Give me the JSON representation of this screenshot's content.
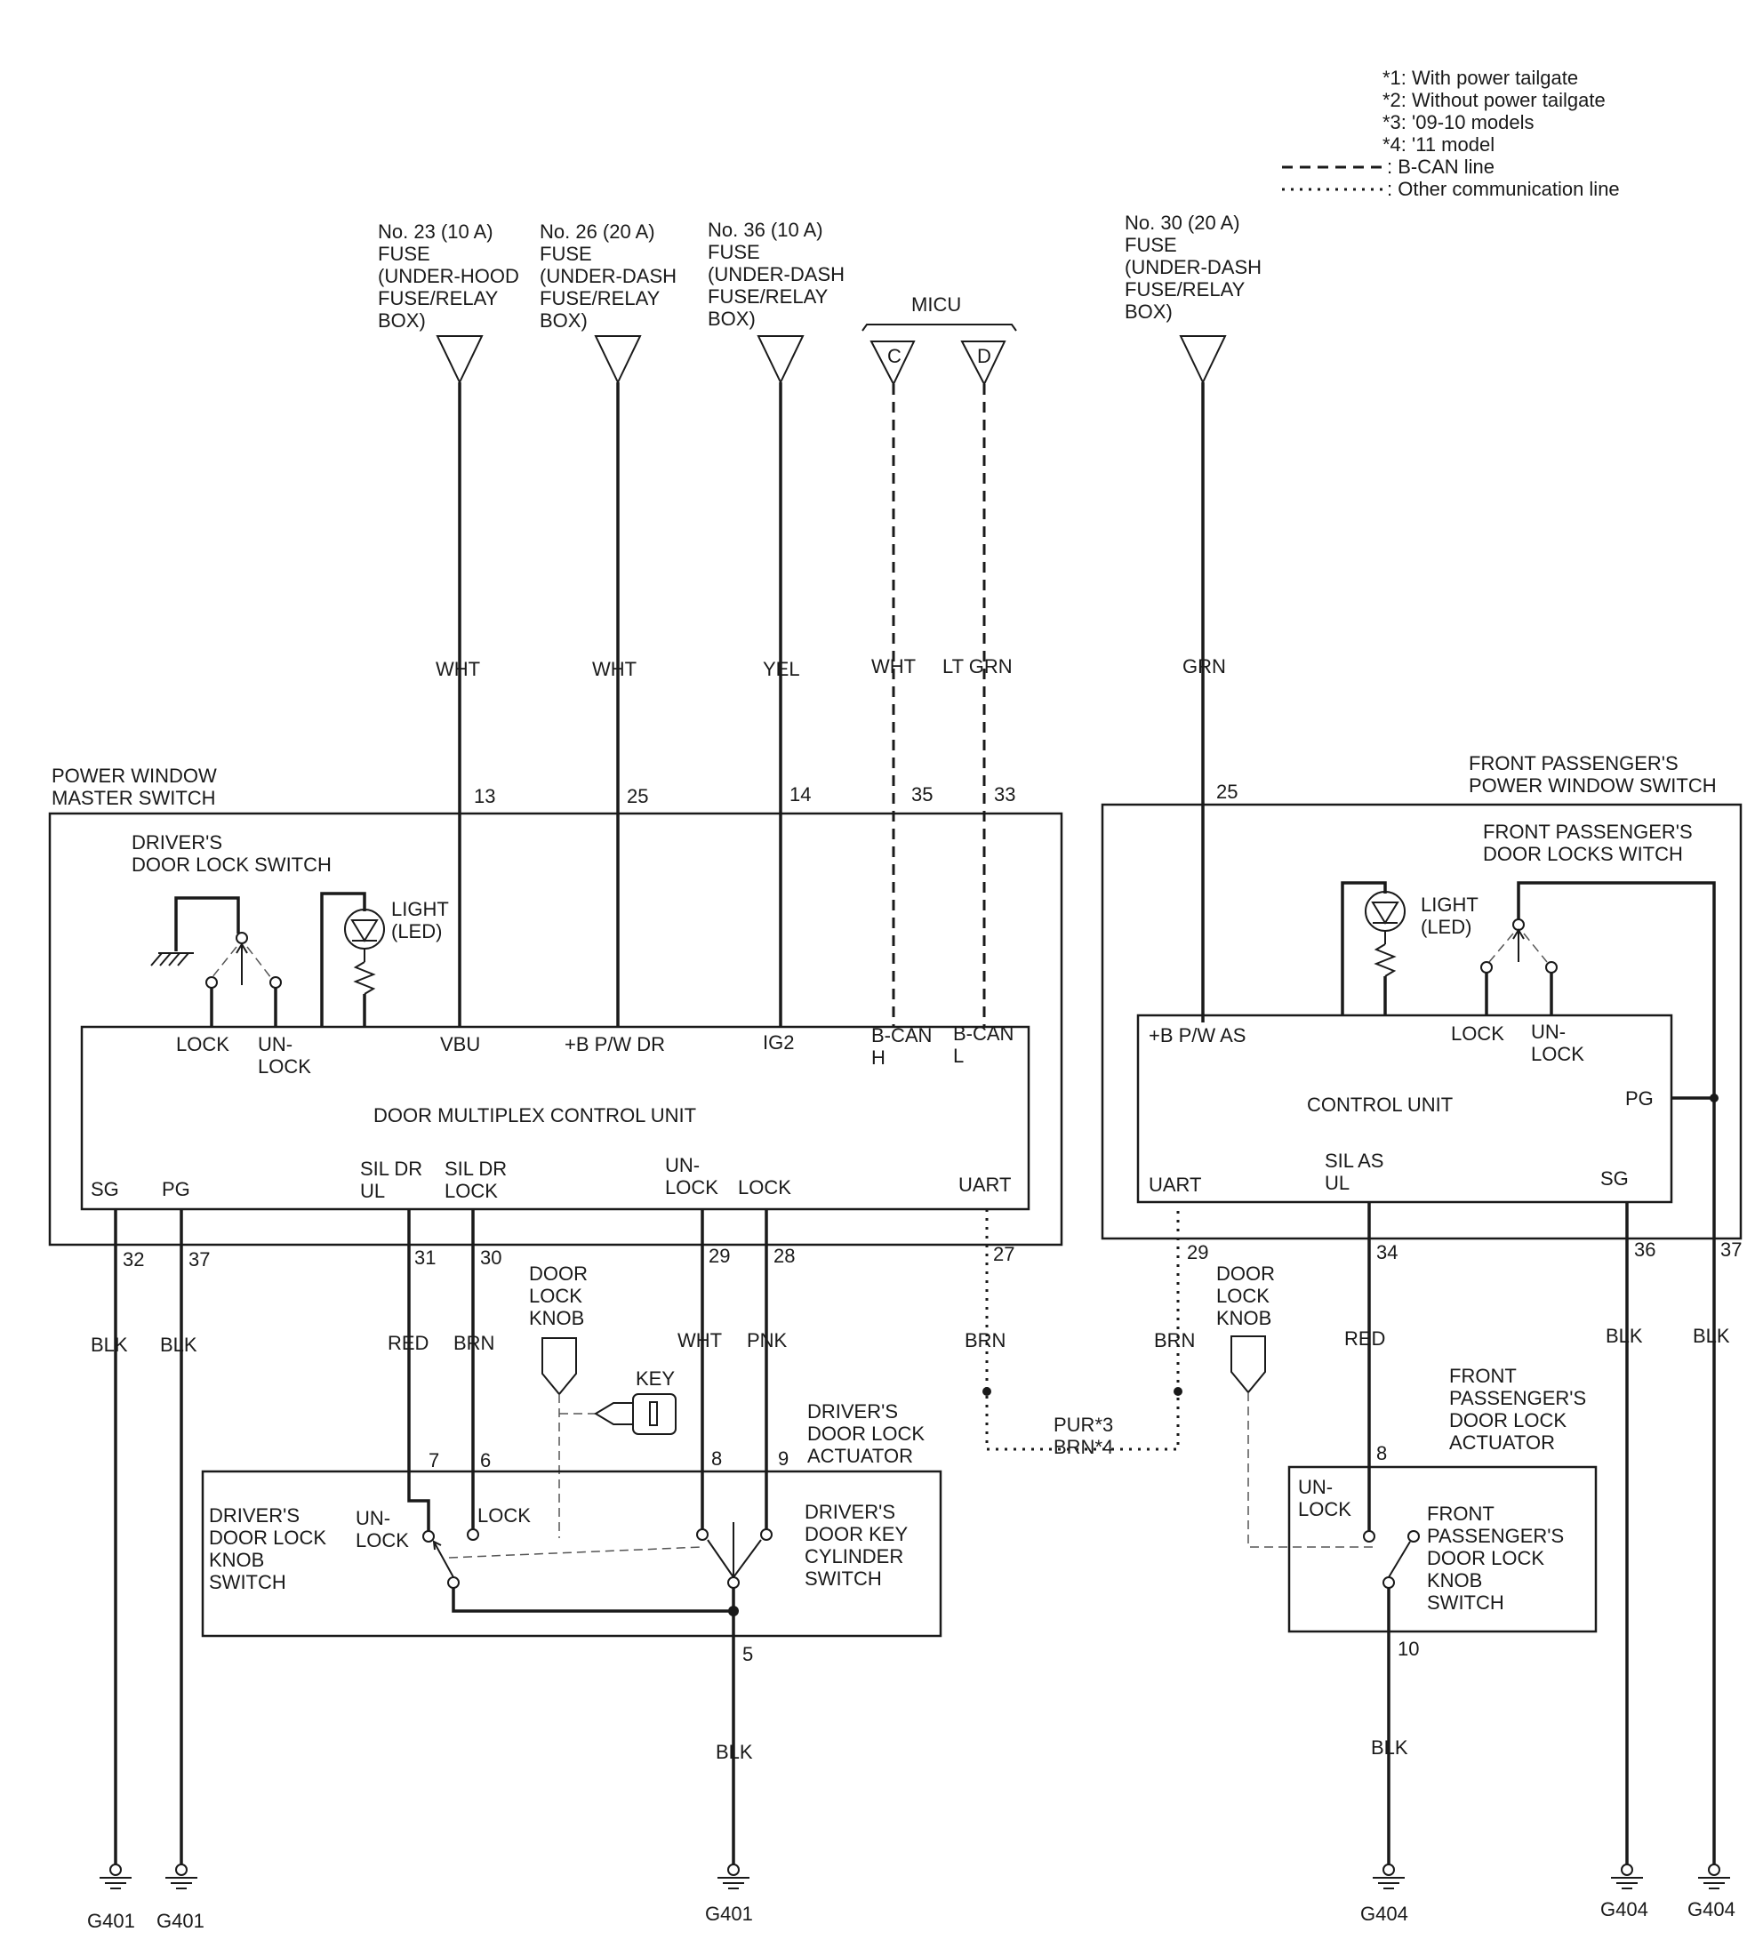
{
  "legend": {
    "note1": "*1: With power tailgate",
    "note2": "*2: Without power tailgate",
    "note3": "*3: '09-10 models",
    "note4": "*4: '11 model",
    "bcan": ": B-CAN line",
    "other": ": Other communication line"
  },
  "fuses": {
    "f23": [
      "No. 23 (10 A)",
      "FUSE",
      "(UNDER-HOOD",
      "FUSE/RELAY",
      "BOX)"
    ],
    "f26": [
      "No. 26 (20 A)",
      "FUSE",
      "(UNDER-DASH",
      "FUSE/RELAY",
      "BOX)"
    ],
    "f36": [
      "No. 36 (10 A)",
      "FUSE",
      "(UNDER-DASH",
      "FUSE/RELAY",
      "BOX)"
    ],
    "f30": [
      "No. 30 (20 A)",
      "FUSE",
      "(UNDER-DASH",
      "FUSE/RELAY",
      "BOX)"
    ]
  },
  "micu": {
    "label": "MICU",
    "c": "C",
    "d": "D"
  },
  "wires": {
    "w13": "WHT",
    "w25": "WHT",
    "w14": "YEL",
    "w35": "WHT",
    "w33": "LT GRN",
    "w25b": "GRN",
    "w32": "BLK",
    "w37": "BLK",
    "w31": "RED",
    "w30": "BRN",
    "w29": "WHT",
    "w28": "PNK",
    "w27": "BRN",
    "w29b": "BRN",
    "w34": "RED",
    "w36": "BLK",
    "w37b": "BLK",
    "w5": "BLK",
    "w10": "BLK",
    "pur": "PUR*3",
    "brn": "BRN*4"
  },
  "pins": {
    "p13": "13",
    "p25": "25",
    "p14": "14",
    "p35": "35",
    "p33": "33",
    "p25b": "25",
    "p32": "32",
    "p37": "37",
    "p31": "31",
    "p30": "30",
    "p29": "29",
    "p28": "28",
    "p27": "27",
    "p29b": "29",
    "p34": "34",
    "p36": "36",
    "p37b": "37",
    "a7": "7",
    "a6": "6",
    "a8": "8",
    "a9": "9",
    "a5": "5",
    "b8": "8",
    "b10": "10"
  },
  "master": {
    "title": [
      "POWER WINDOW",
      "MASTER SWITCH"
    ],
    "dls": [
      "DRIVER'S",
      "DOOR LOCK SWITCH"
    ],
    "light": [
      "LIGHT",
      "(LED)"
    ],
    "unit": "DOOR MULTIPLEX CONTROL UNIT",
    "lock": "LOCK",
    "unlock": [
      "UN-",
      "LOCK"
    ],
    "vbu": "VBU",
    "bpw": "+B P/W DR",
    "ig2": "IG2",
    "bcanh": [
      "B-CAN",
      "H"
    ],
    "bcanl": [
      "B-CAN",
      "L"
    ],
    "sg": "SG",
    "pg": "PG",
    "sildrul": [
      "SIL DR",
      "UL"
    ],
    "sildrlock": [
      "SIL DR",
      "LOCK"
    ],
    "unlock2": [
      "UN-",
      "LOCK"
    ],
    "lock2": "LOCK",
    "uart": "UART"
  },
  "passenger": {
    "title": [
      "FRONT PASSENGER'S",
      "POWER WINDOW SWITCH"
    ],
    "dls": [
      "FRONT PASSENGER'S",
      "DOOR LOCKS WITCH"
    ],
    "light": [
      "LIGHT",
      "(LED)"
    ],
    "unit": "CONTROL UNIT",
    "bpw": "+B P/W AS",
    "lock": "LOCK",
    "unlock": [
      "UN-",
      "LOCK"
    ],
    "pg": "PG",
    "uart": "UART",
    "silasul": [
      "SIL AS",
      "UL"
    ],
    "sg": "SG"
  },
  "driver_actuator": {
    "knob": [
      "DOOR",
      "LOCK",
      "KNOB"
    ],
    "key": "KEY",
    "title": [
      "DRIVER'S",
      "DOOR LOCK",
      "ACTUATOR"
    ],
    "knobsw": [
      "DRIVER'S",
      "DOOR LOCK",
      "KNOB",
      "SWITCH"
    ],
    "unlock": [
      "UN-",
      "LOCK"
    ],
    "lock": "LOCK",
    "keysw": [
      "DRIVER'S",
      "DOOR KEY",
      "CYLINDER",
      "SWITCH"
    ]
  },
  "pass_actuator": {
    "knob": [
      "DOOR",
      "LOCK",
      "KNOB"
    ],
    "title": [
      "FRONT",
      "PASSENGER'S",
      "DOOR LOCK",
      "ACTUATOR"
    ],
    "unlock": [
      "UN-",
      "LOCK"
    ],
    "knobsw": [
      "FRONT",
      "PASSENGER'S",
      "DOOR LOCK",
      "KNOB",
      "SWITCH"
    ]
  },
  "grounds": {
    "g1": "G401",
    "g2": "G401",
    "g3": "G401",
    "g4": "G404",
    "g5": "G404",
    "g6": "G404"
  }
}
